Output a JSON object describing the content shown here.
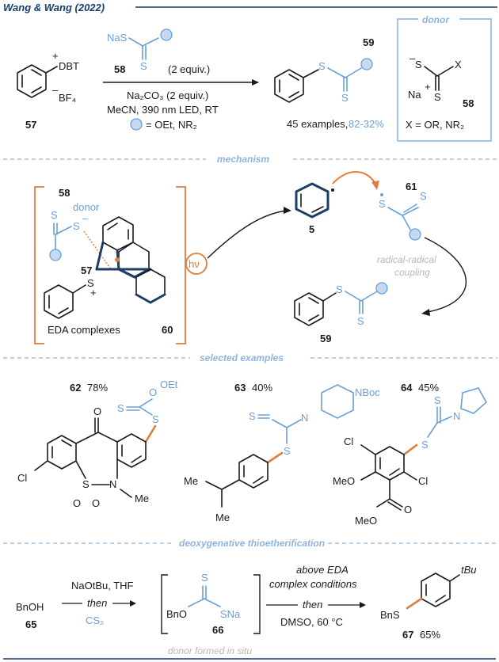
{
  "title": "Wang & Wang (2022)",
  "sections": {
    "mechanism": "mechanism",
    "selected_examples": "selected examples",
    "deoxygenative": "deoxygenative thioetherification"
  },
  "top_scheme": {
    "reagent_label": "58",
    "reagent_nas": "NaS",
    "reagent_s": "S",
    "reagent_equiv": "(2 equiv.)",
    "cond_1": "Na₂CO₃ (2 equiv.)",
    "cond_2": "MeCN, 390 nm LED, RT",
    "ball_legend": "= OEt, NR₂",
    "sm_label": "57",
    "sm_dbt": "DBT",
    "sm_bf4": "BF₄",
    "sm_plus": "+",
    "sm_minus": "–",
    "product_label": "59",
    "product_s1": "S",
    "product_s2": "S",
    "examples": "45 examples,",
    "yield_range": "82-32%"
  },
  "donor_box": {
    "header": "donor",
    "s_minus": "S",
    "minus": "–",
    "x": "X",
    "na": "Na",
    "plus": "+",
    "s": "S",
    "label": "58",
    "x_def": "X = OR, NR₂"
  },
  "mechanism": {
    "label_58": "58",
    "donor": "donor",
    "s_donor": "S",
    "s_minus": "–",
    "s_thio": "S",
    "label_57": "57",
    "s_plus": "S",
    "plus": "+",
    "eda_label": "EDA complexes",
    "eda_num": "60",
    "hv": "hν",
    "label_5": "5",
    "label_61": "61",
    "r61_s1": "S",
    "r61_s2": "S",
    "coupling_1": "radical-radical",
    "coupling_2": "coupling",
    "label_59": "59",
    "p59_s1": "S",
    "p59_s2": "S"
  },
  "examples": {
    "ex62_num": "62",
    "ex62_yield": "78%",
    "ex62_oet": "OEt",
    "ex62_s1": "S",
    "ex62_s2": "S",
    "ex62_o": "O",
    "ex62_cl": "Cl",
    "ex62_s": "S",
    "ex62_o1": "O",
    "ex62_o2": "O",
    "ex62_n": "N",
    "ex62_me": "Me",
    "ex63_num": "63",
    "ex63_yield": "40%",
    "ex63_nboc": "NBoc",
    "ex63_n": "N",
    "ex63_s1": "S",
    "ex63_s2": "S",
    "ex63_me1": "Me",
    "ex63_me2": "Me",
    "ex64_num": "64",
    "ex64_yield": "45%",
    "ex64_s1": "S",
    "ex64_n": "N",
    "ex64_s2": "S",
    "ex64_cl1": "Cl",
    "ex64_cl2": "Cl",
    "ex64_meo": "MeO",
    "ex64_ester_meo": "MeO",
    "ex64_o": "O"
  },
  "bottom": {
    "bnoh": "BnOH",
    "bnoh_num": "65",
    "reagent_1": "NaOtBu, THF",
    "then_1": "then",
    "cs2": "CS₂",
    "int_s": "S",
    "int_bno": "BnO",
    "int_sna": "SNa",
    "int_num": "66",
    "donor_formed": "donor formed in situ",
    "cond_a": "above EDA",
    "cond_b": "complex conditions",
    "then_2": "then",
    "cond_c": "DMSO, 60 °C",
    "prod_tbu": "tBu",
    "prod_bns": "BnS",
    "prod_num": "67",
    "prod_yield": "65%"
  }
}
